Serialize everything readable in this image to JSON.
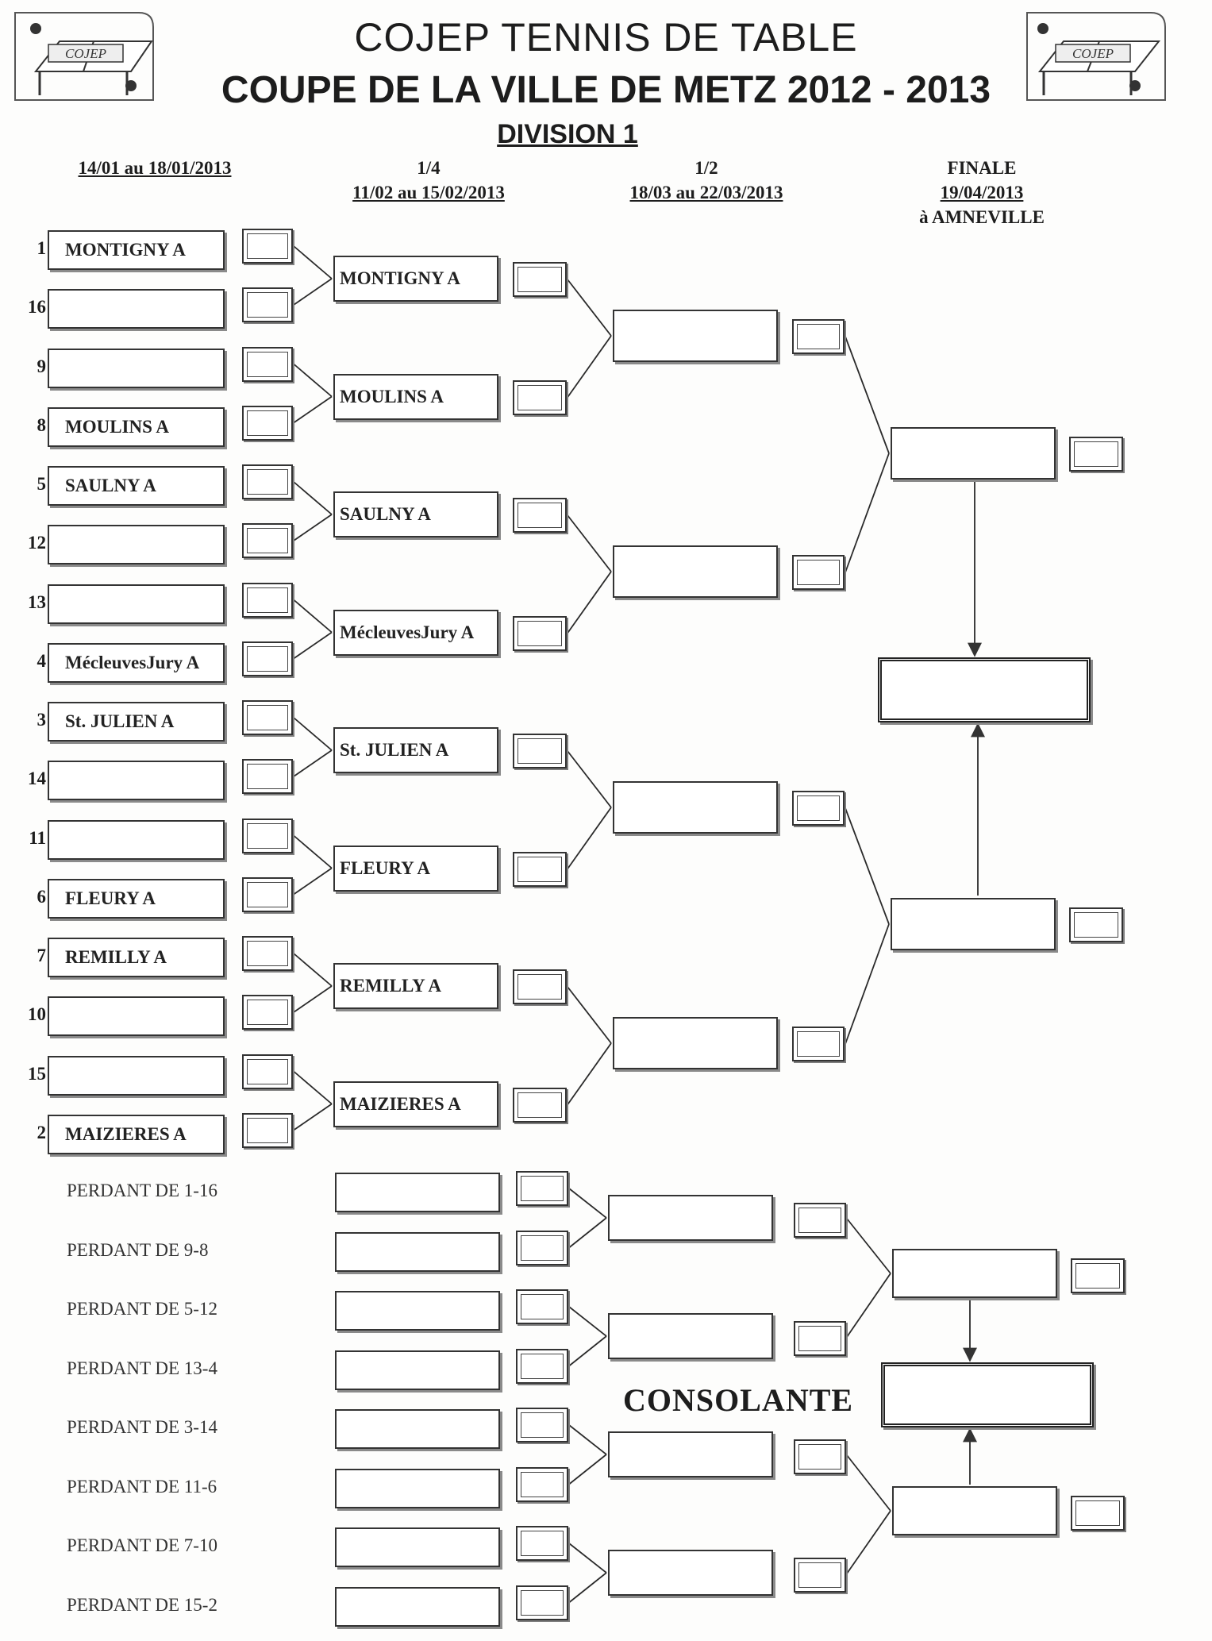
{
  "header": {
    "title": "COJEP TENNIS DE TABLE",
    "subtitle": "COUPE DE LA VILLE DE METZ  2012 - 2013",
    "division": "DIVISION 1",
    "logo_text": "COJEP"
  },
  "rounds": [
    {
      "label": "",
      "dates": "14/01 au 18/01/2013",
      "venue": ""
    },
    {
      "label": "1/4",
      "dates": "11/02 au 15/02/2013",
      "venue": ""
    },
    {
      "label": "1/2",
      "dates": "18/03 au 22/03/2013",
      "venue": ""
    },
    {
      "label": "FINALE",
      "dates": "19/04/2013",
      "venue": "à AMNEVILLE"
    }
  ],
  "first_round": [
    {
      "seed": "1",
      "team": "MONTIGNY A"
    },
    {
      "seed": "16",
      "team": ""
    },
    {
      "seed": "9",
      "team": ""
    },
    {
      "seed": "8",
      "team": "MOULINS A"
    },
    {
      "seed": "5",
      "team": "SAULNY A"
    },
    {
      "seed": "12",
      "team": ""
    },
    {
      "seed": "13",
      "team": ""
    },
    {
      "seed": "4",
      "team": "MécleuvesJury A"
    },
    {
      "seed": "3",
      "team": "St. JULIEN A"
    },
    {
      "seed": "14",
      "team": ""
    },
    {
      "seed": "11",
      "team": ""
    },
    {
      "seed": "6",
      "team": "FLEURY A"
    },
    {
      "seed": "7",
      "team": "REMILLY A"
    },
    {
      "seed": "10",
      "team": ""
    },
    {
      "seed": "15",
      "team": ""
    },
    {
      "seed": "2",
      "team": "MAIZIERES A"
    }
  ],
  "quarter_finals": [
    {
      "team": "MONTIGNY A"
    },
    {
      "team": "MOULINS A"
    },
    {
      "team": "SAULNY A"
    },
    {
      "team": "MécleuvesJury A"
    },
    {
      "team": "St. JULIEN A"
    },
    {
      "team": "FLEURY A"
    },
    {
      "team": "REMILLY A"
    },
    {
      "team": "MAIZIERES A"
    }
  ],
  "semi_finals": [
    {
      "team": ""
    },
    {
      "team": ""
    },
    {
      "team": ""
    },
    {
      "team": ""
    }
  ],
  "finalists": [
    {
      "team": ""
    },
    {
      "team": ""
    }
  ],
  "winner": {
    "team": ""
  },
  "consolante": {
    "title": "CONSOLANTE",
    "entries": [
      "PERDANT DE 1-16",
      "PERDANT DE 9-8",
      "PERDANT DE 5-12",
      "PERDANT DE 13-4",
      "PERDANT DE 3-14",
      "PERDANT DE 11-6",
      "PERDANT DE 7-10",
      "PERDANT DE 15-2"
    ]
  }
}
